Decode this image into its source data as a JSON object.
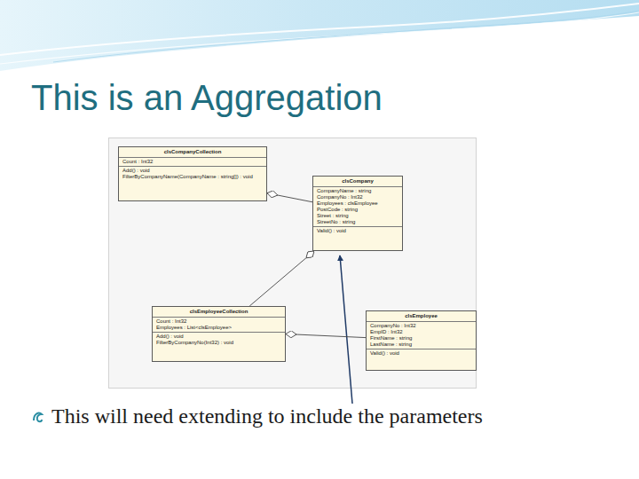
{
  "diagram": {
    "title": "This is an Aggregation",
    "nodes": [
      {
        "text": [
          "clsCompanyCollection",
          "Count : Int32",
          "Add() : void",
          "FilterByCompanyName(CompanyName : string[]) : void"
        ]
      },
      {
        "text": [
          "clsCompany",
          "CompanyName : string",
          "CompanyNo : Int32",
          "Employees : clsEmployee",
          "PostCode : string",
          "Street : string",
          "StreetNo : string",
          "Valid() : void"
        ]
      },
      {
        "text": [
          "clsEmployeeCollection",
          "Count : Int32",
          "Employees : List<clsEmployee>",
          "Add() : void",
          "FilterByCompanyNo(Int32) : void"
        ]
      },
      {
        "text": [
          "clsEmployee",
          "CompanyNo : Int32",
          "EmpID : Int32",
          "FirstName : string",
          "LastName : string",
          "Valid() : void"
        ]
      }
    ],
    "edges": [
      {
        "from": 1,
        "to": 0,
        "arrow": "to"
      },
      {
        "from": 2,
        "to": 1,
        "arrow": "to"
      },
      {
        "from": 3,
        "to": 2,
        "arrow": "to"
      }
    ],
    "labels": [
      "This will need extending to include the parameters"
    ]
  }
}
